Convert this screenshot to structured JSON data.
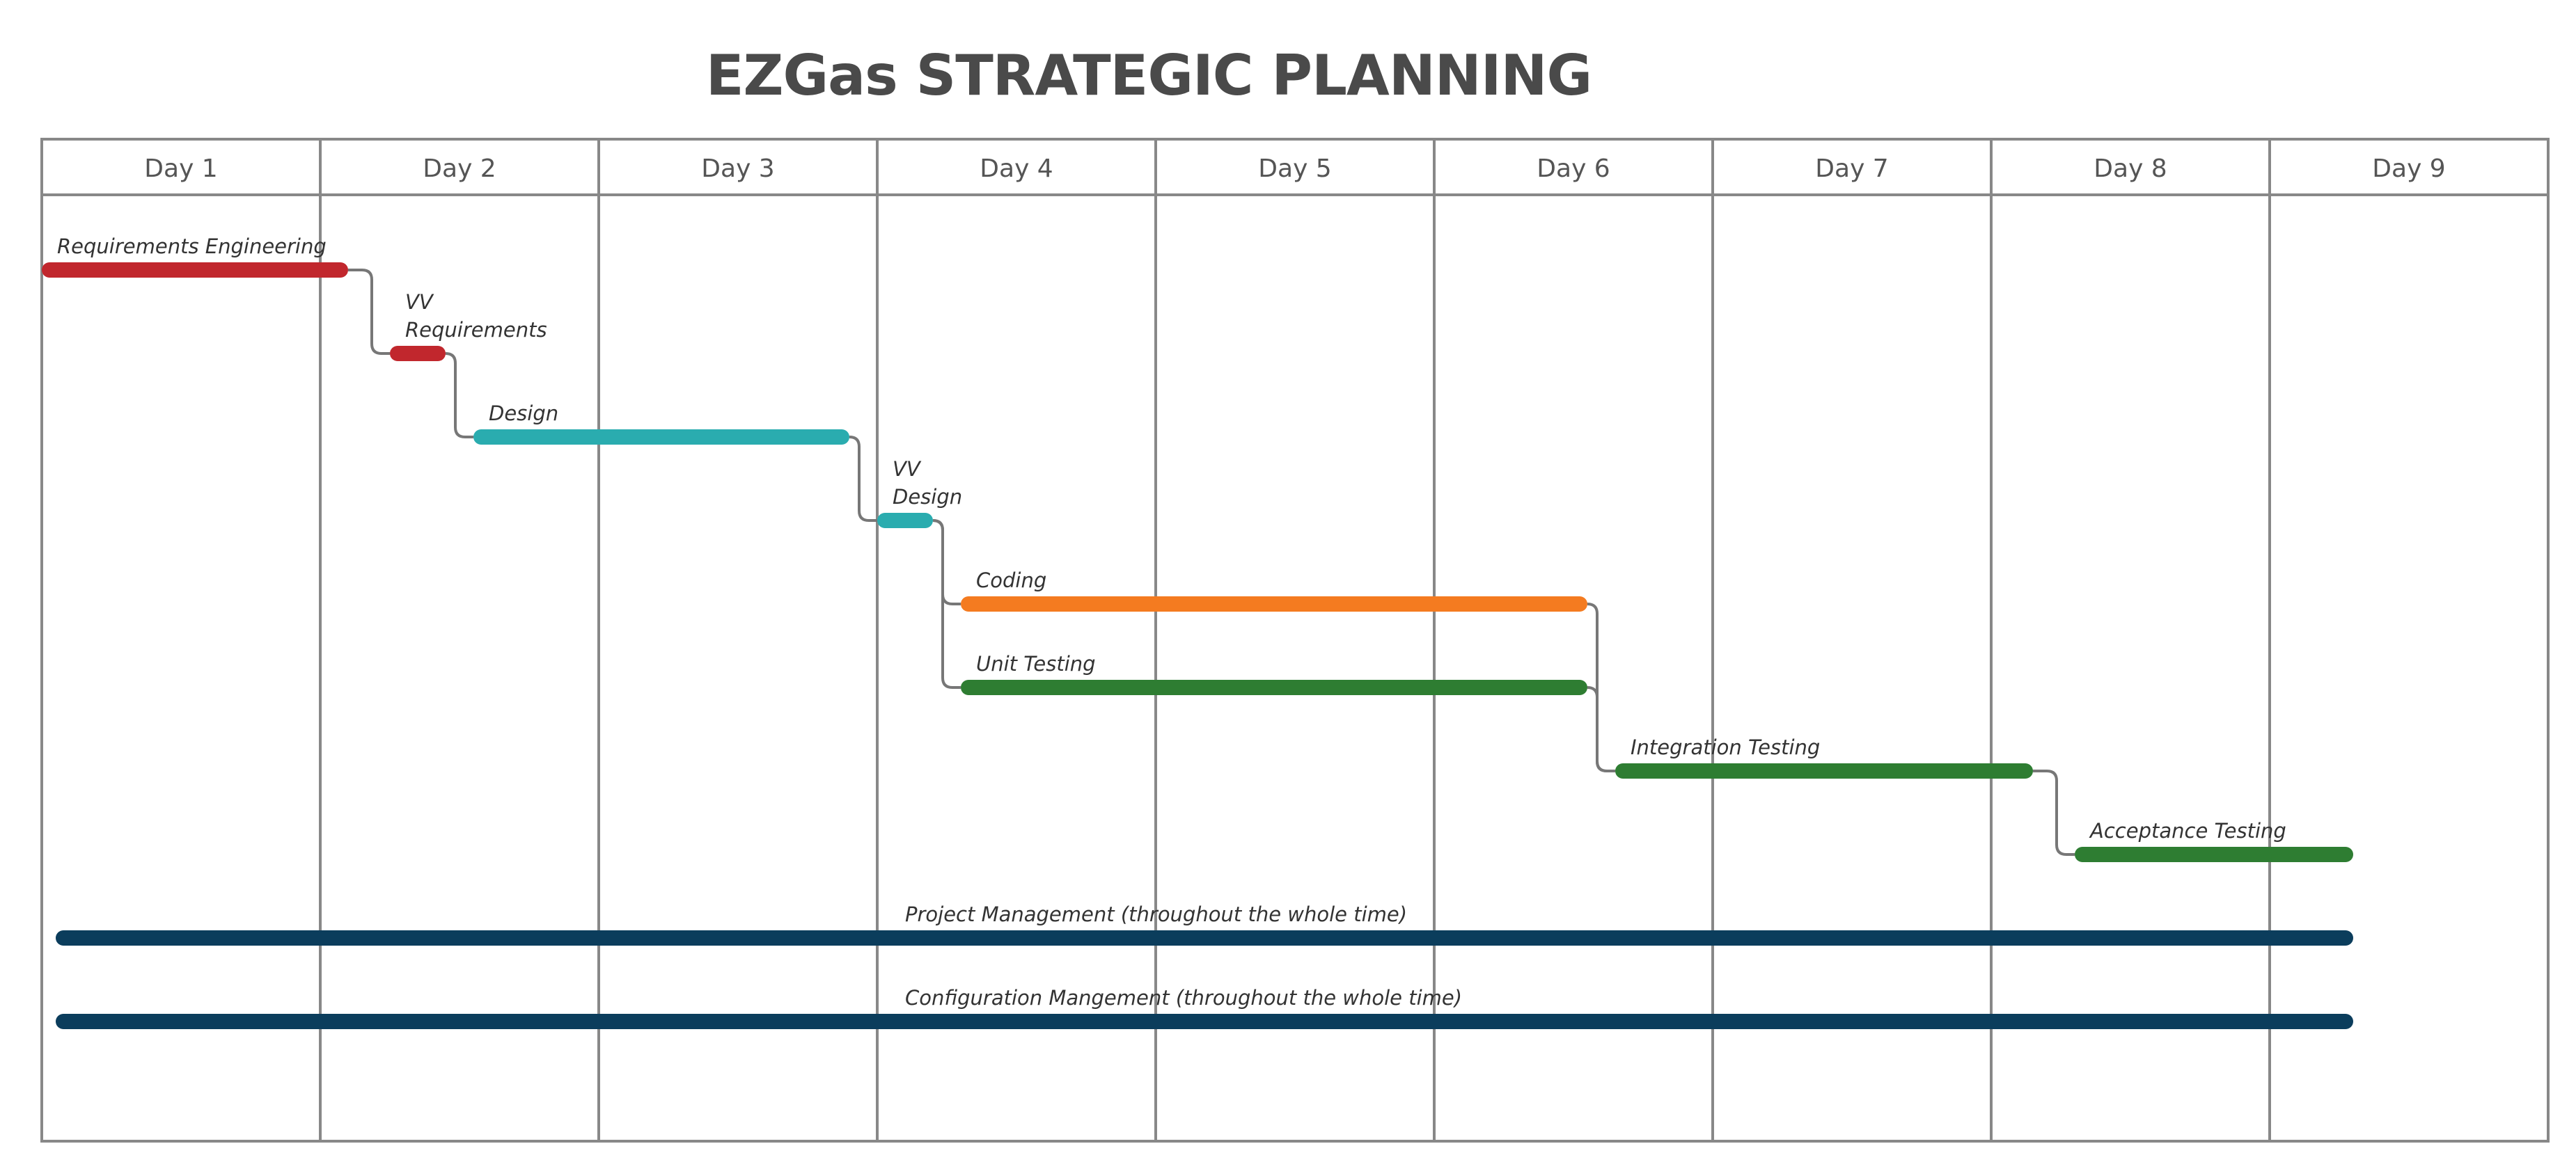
{
  "title": "EZGas STRATEGIC PLANNING",
  "chart_data": {
    "type": "gantt",
    "title": "EZGas STRATEGIC PLANNING",
    "columns": [
      "Day 1",
      "Day 2",
      "Day 3",
      "Day 4",
      "Day 5",
      "Day 6",
      "Day 7",
      "Day 8",
      "Day 9"
    ],
    "x_unit": "days",
    "xlim": [
      0,
      9
    ],
    "grid": true,
    "tasks": [
      {
        "id": "req-eng",
        "label": "Requirements Engineering",
        "lines": [
          "Requirements Engineering"
        ],
        "start": 0.0,
        "end": 1.1,
        "color": "#c1272d",
        "depends_on": []
      },
      {
        "id": "vv-req",
        "label": "VV Requirements",
        "lines": [
          "VV",
          "Requirements"
        ],
        "start": 1.25,
        "end": 1.45,
        "color": "#c1272d",
        "depends_on": [
          "req-eng"
        ]
      },
      {
        "id": "design",
        "label": "Design",
        "lines": [
          "Design"
        ],
        "start": 1.55,
        "end": 2.9,
        "color": "#2aacaf",
        "depends_on": [
          "vv-req"
        ]
      },
      {
        "id": "vv-design",
        "label": "VV Design",
        "lines": [
          "VV",
          "Design"
        ],
        "start": 3.0,
        "end": 3.2,
        "color": "#2aacaf",
        "depends_on": [
          "design"
        ]
      },
      {
        "id": "coding",
        "label": "Coding",
        "lines": [
          "Coding"
        ],
        "start": 3.3,
        "end": 5.55,
        "color": "#f47b20",
        "depends_on": [
          "vv-design"
        ]
      },
      {
        "id": "unit-testing",
        "label": "Unit Testing",
        "lines": [
          "Unit Testing"
        ],
        "start": 3.3,
        "end": 5.55,
        "color": "#2e7d32",
        "depends_on": [
          "vv-design"
        ]
      },
      {
        "id": "integration-testing",
        "label": "Integration Testing",
        "lines": [
          "Integration Testing"
        ],
        "start": 5.65,
        "end": 7.15,
        "color": "#2e7d32",
        "depends_on": [
          "coding",
          "unit-testing"
        ]
      },
      {
        "id": "acceptance-testing",
        "label": "Acceptance Testing",
        "lines": [
          "Acceptance Testing"
        ],
        "start": 7.3,
        "end": 8.3,
        "color": "#2e7d32",
        "depends_on": [
          "integration-testing"
        ]
      },
      {
        "id": "project-management",
        "label": "Project Management (throughout the whole time)",
        "lines": [
          "Project Management (throughout the whole time)"
        ],
        "start": 0.05,
        "end": 8.3,
        "color": "#0b3d5c",
        "depends_on": [],
        "label_offset_days": 3.05
      },
      {
        "id": "configuration-management",
        "label": "Configuration Mangement (throughout the whole time)",
        "lines": [
          "Configuration Mangement (throughout the whole time)"
        ],
        "start": 0.05,
        "end": 8.3,
        "color": "#0b3d5c",
        "depends_on": [],
        "label_offset_days": 3.05
      }
    ]
  }
}
